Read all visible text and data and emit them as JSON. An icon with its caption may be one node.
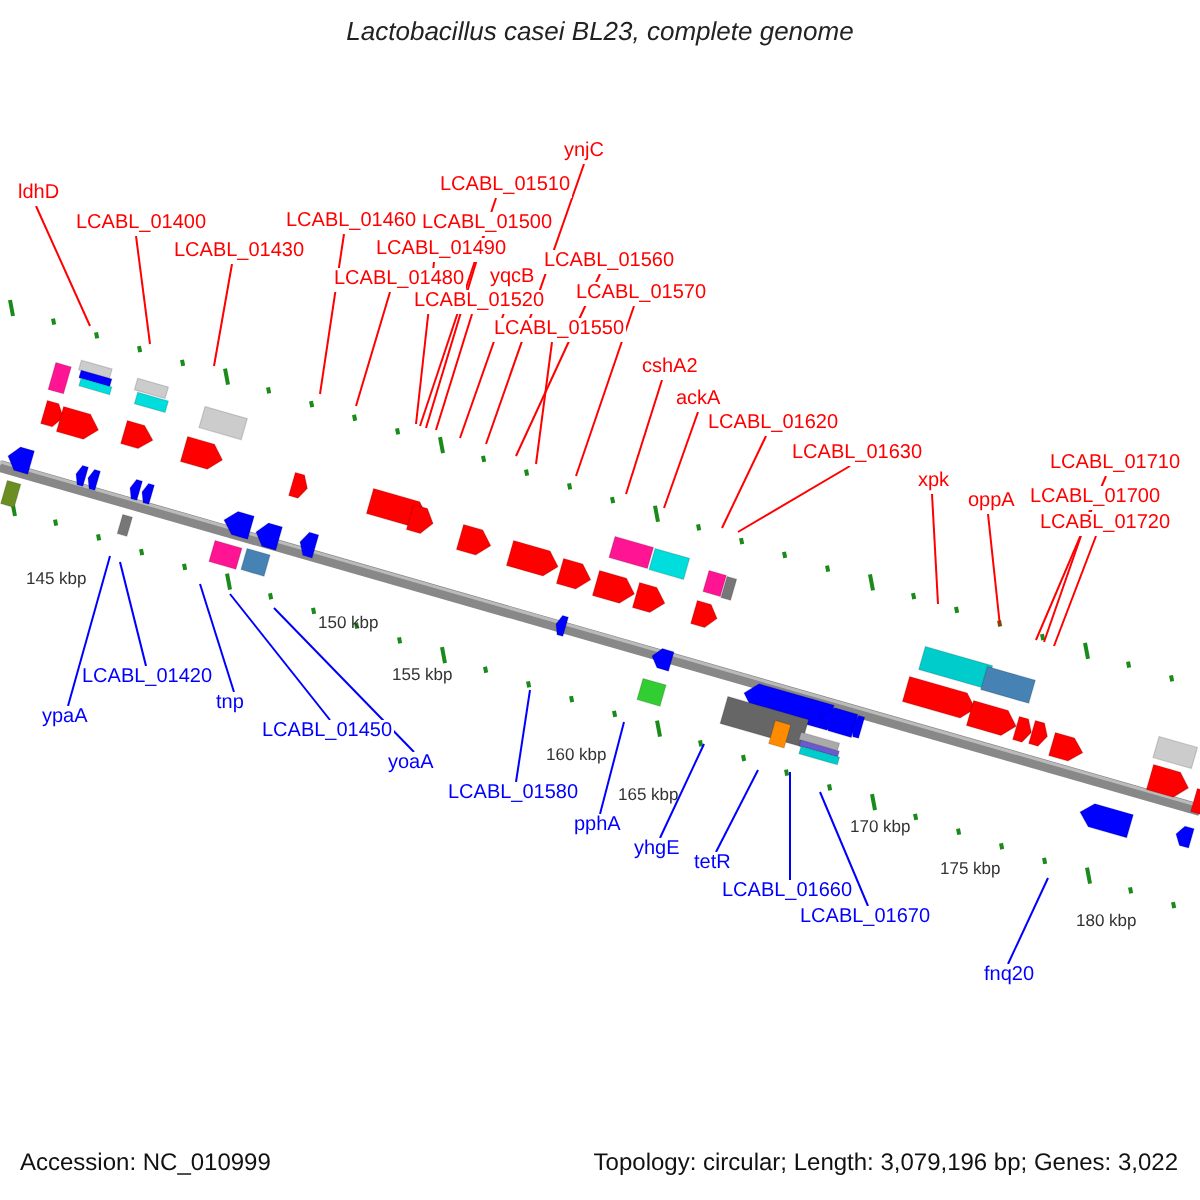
{
  "diagram": {
    "title": "Lactobacillus casei BL23, complete genome",
    "nodes": [
      {
        "text": [
          "ldhD"
        ]
      },
      {
        "text": [
          "LCABL_01400"
        ]
      },
      {
        "text": [
          "LCABL_01430"
        ]
      },
      {
        "text": [
          "LCABL_01460"
        ]
      },
      {
        "text": [
          "LCABL_01510"
        ]
      },
      {
        "text": [
          "LCABL_01500"
        ]
      },
      {
        "text": [
          "LCABL_01490"
        ]
      },
      {
        "text": [
          "LCABL_01480"
        ]
      },
      {
        "text": [
          "yqcB"
        ]
      },
      {
        "text": [
          "LCABL_01520"
        ]
      },
      {
        "text": [
          "ynjC"
        ]
      },
      {
        "text": [
          "LCABL_01560"
        ]
      },
      {
        "text": [
          "LCABL_01570"
        ]
      },
      {
        "text": [
          "LCABL_01550"
        ]
      },
      {
        "text": [
          "cshA2"
        ]
      },
      {
        "text": [
          "ackA"
        ]
      },
      {
        "text": [
          "LCABL_01620"
        ]
      },
      {
        "text": [
          "LCABL_01630"
        ]
      },
      {
        "text": [
          "xpk"
        ]
      },
      {
        "text": [
          "oppA"
        ]
      },
      {
        "text": [
          "LCABL_01710"
        ]
      },
      {
        "text": [
          "LCABL_01700"
        ]
      },
      {
        "text": [
          "LCABL_01720"
        ]
      },
      {
        "text": [
          "ypaA"
        ]
      },
      {
        "text": [
          "LCABL_01420"
        ]
      },
      {
        "text": [
          "tnp"
        ]
      },
      {
        "text": [
          "LCABL_01450"
        ]
      },
      {
        "text": [
          "yoaA"
        ]
      },
      {
        "text": [
          "LCABL_01580"
        ]
      },
      {
        "text": [
          "pphA"
        ]
      },
      {
        "text": [
          "yhgE"
        ]
      },
      {
        "text": [
          "tetR"
        ]
      },
      {
        "text": [
          "LCABL_01660"
        ]
      },
      {
        "text": [
          "LCABL_01670"
        ]
      },
      {
        "text": [
          "fnq20"
        ]
      }
    ],
    "edges": [
      {
        "from": 0,
        "to": null,
        "arrow": "none"
      },
      {
        "from": 1,
        "to": null,
        "arrow": "none"
      },
      {
        "from": 2,
        "to": null,
        "arrow": "none"
      },
      {
        "from": 3,
        "to": null,
        "arrow": "none"
      },
      {
        "from": 4,
        "to": null,
        "arrow": "none"
      },
      {
        "from": 5,
        "to": null,
        "arrow": "none"
      },
      {
        "from": 6,
        "to": null,
        "arrow": "none"
      },
      {
        "from": 7,
        "to": null,
        "arrow": "none"
      },
      {
        "from": 8,
        "to": null,
        "arrow": "none"
      },
      {
        "from": 9,
        "to": null,
        "arrow": "none"
      },
      {
        "from": 10,
        "to": null,
        "arrow": "none"
      },
      {
        "from": 11,
        "to": null,
        "arrow": "none"
      },
      {
        "from": 12,
        "to": null,
        "arrow": "none"
      },
      {
        "from": 13,
        "to": null,
        "arrow": "none"
      },
      {
        "from": 14,
        "to": null,
        "arrow": "none"
      },
      {
        "from": 15,
        "to": null,
        "arrow": "none"
      },
      {
        "from": 16,
        "to": null,
        "arrow": "none"
      },
      {
        "from": 17,
        "to": null,
        "arrow": "none"
      },
      {
        "from": 18,
        "to": null,
        "arrow": "none"
      },
      {
        "from": 19,
        "to": null,
        "arrow": "none"
      },
      {
        "from": 20,
        "to": null,
        "arrow": "none"
      },
      {
        "from": 21,
        "to": null,
        "arrow": "none"
      },
      {
        "from": 22,
        "to": null,
        "arrow": "none"
      },
      {
        "from": 23,
        "to": null,
        "arrow": "none",
        "color": "#0000ff"
      },
      {
        "from": 24,
        "to": null,
        "arrow": "none",
        "color": "#0000ff"
      },
      {
        "from": 25,
        "to": null,
        "arrow": "none",
        "color": "#0000ff"
      },
      {
        "from": 26,
        "to": null,
        "arrow": "none",
        "color": "#0000ff"
      },
      {
        "from": 27,
        "to": null,
        "arrow": "none",
        "color": "#0000ff"
      },
      {
        "from": 28,
        "to": null,
        "arrow": "none",
        "color": "#0000ff"
      },
      {
        "from": 29,
        "to": null,
        "arrow": "none",
        "color": "#0000ff"
      },
      {
        "from": 30,
        "to": null,
        "arrow": "none",
        "color": "#0000ff"
      },
      {
        "from": 31,
        "to": null,
        "arrow": "none",
        "color": "#0000ff"
      },
      {
        "from": 32,
        "to": null,
        "arrow": "none",
        "color": "#0000ff"
      },
      {
        "from": 33,
        "to": null,
        "arrow": "none",
        "color": "#0000ff"
      },
      {
        "from": 34,
        "to": null,
        "arrow": "none",
        "color": "#0000ff"
      }
    ],
    "labels": [
      "145 kbp",
      "150 kbp",
      "155 kbp",
      "160 kbp",
      "165 kbp",
      "170 kbp",
      "175 kbp",
      "180 kbp",
      "Accession: NC_010999",
      "Topology: circular; Length: 3,079,196 bp; Genes: 3,022"
    ]
  }
}
